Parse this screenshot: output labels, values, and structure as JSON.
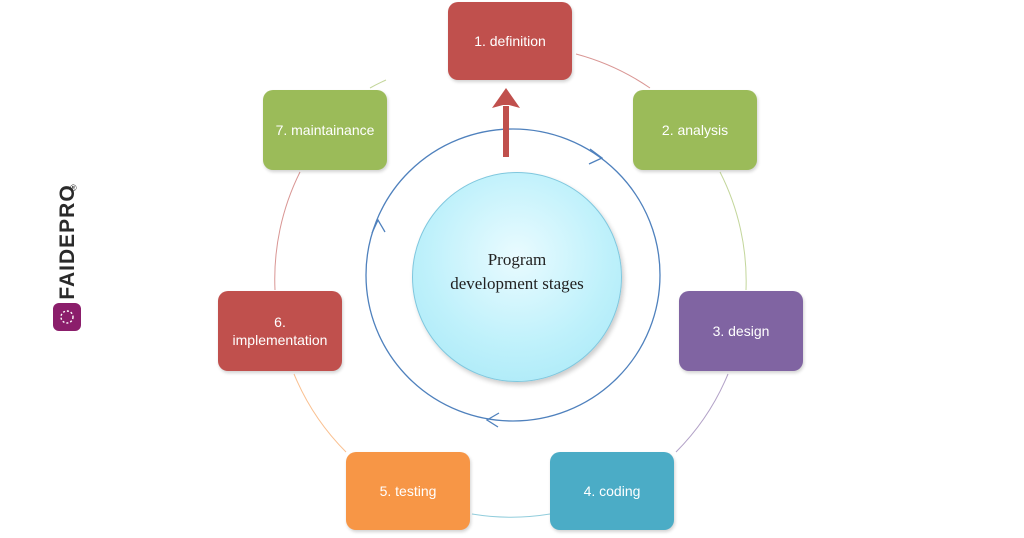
{
  "diagram": {
    "center_label": "Program development stages",
    "stages": [
      {
        "label": "1. definition",
        "color": "#c0504d"
      },
      {
        "label": "2. analysis",
        "color": "#9bbb59"
      },
      {
        "label": "3. design",
        "color": "#8064a2"
      },
      {
        "label": "4. coding",
        "color": "#4bacc6"
      },
      {
        "label": "5. testing",
        "color": "#f79646"
      },
      {
        "label": "6. implementation",
        "color": "#c0504d"
      },
      {
        "label": "7. maintainance",
        "color": "#9bbb59"
      }
    ],
    "colors": {
      "inner_ring": "#4f81bd",
      "arrow": "#c0504d",
      "center_fill": "#bff1fb"
    }
  },
  "brand": {
    "name": "FAIDEPRO",
    "registered_mark": "®",
    "color": "#8b1e6b"
  }
}
